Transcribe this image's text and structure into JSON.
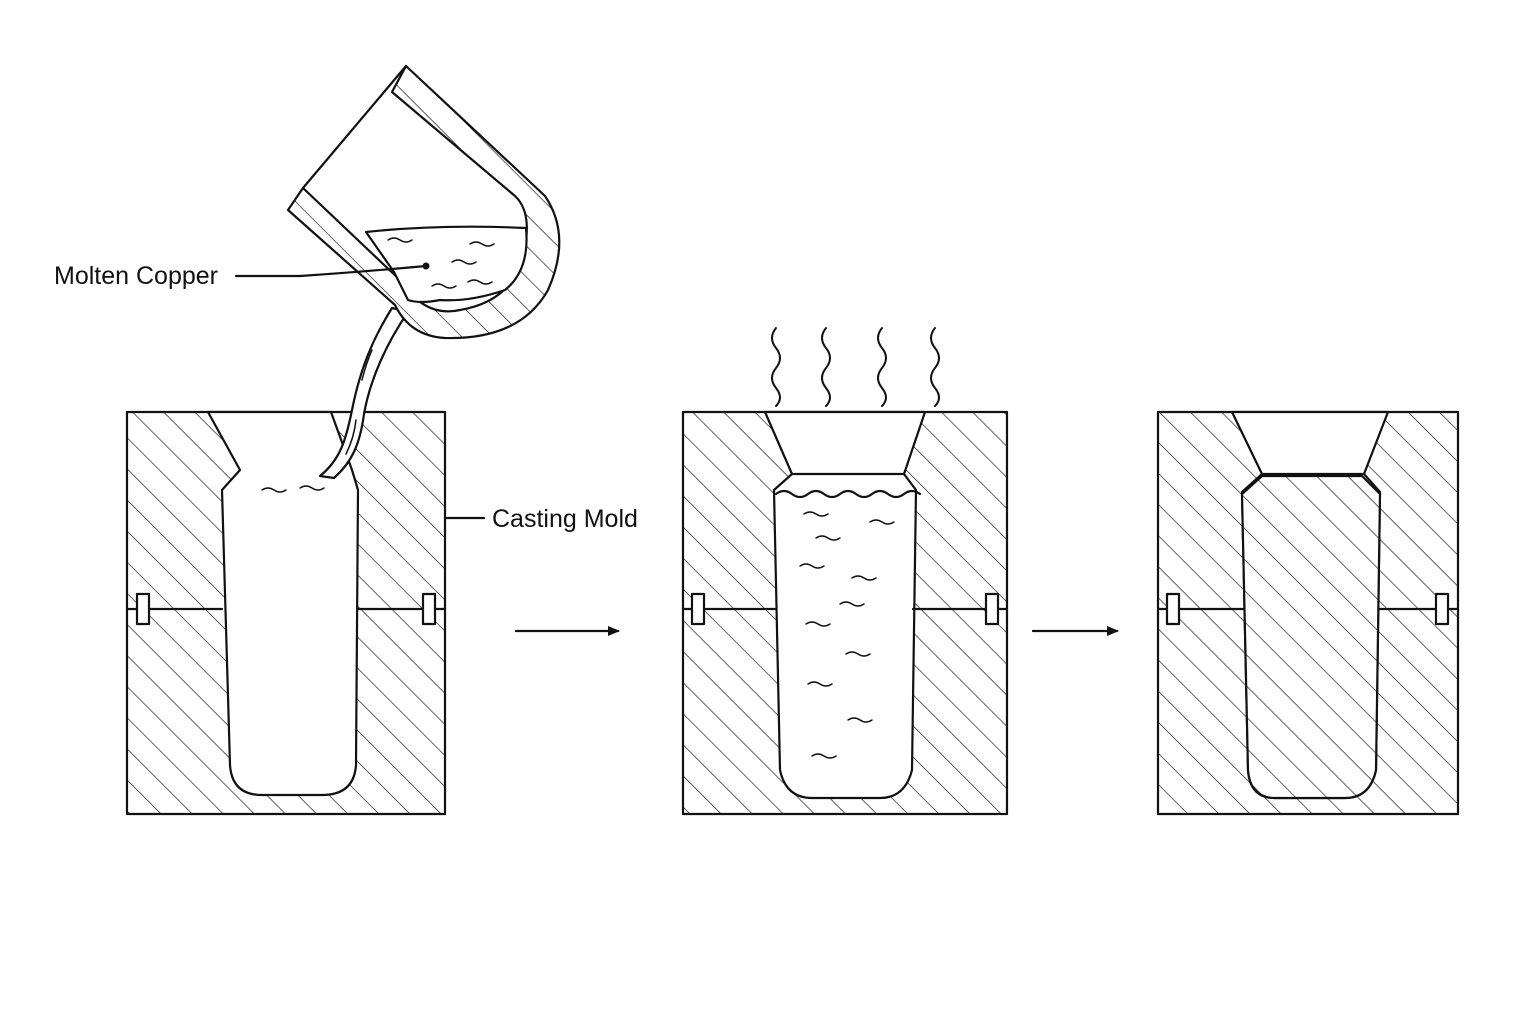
{
  "labels": {
    "molten_copper": "Molten Copper",
    "casting_mold": "Casting Mold"
  },
  "stages": [
    {
      "id": "pouring",
      "state": "ladle pouring molten copper into empty mold"
    },
    {
      "id": "filled",
      "state": "mold filled with molten copper, heat rising"
    },
    {
      "id": "solidified",
      "state": "copper solidified inside mold"
    }
  ],
  "colors": {
    "line": "#111111",
    "background": "#ffffff"
  }
}
